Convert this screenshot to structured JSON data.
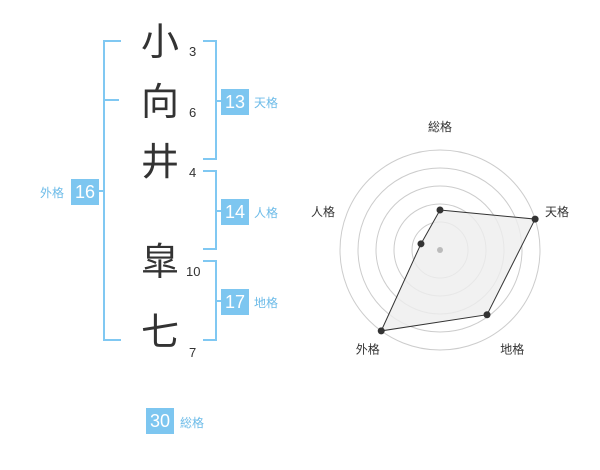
{
  "name_chars": [
    {
      "char": "小",
      "strokes": "3"
    },
    {
      "char": "向",
      "strokes": "6"
    },
    {
      "char": "井",
      "strokes": "4"
    },
    {
      "char": "皐",
      "strokes": "10"
    },
    {
      "char": "七",
      "strokes": "7"
    }
  ],
  "fortune": {
    "tenkaku": {
      "value": "13",
      "label": "天格"
    },
    "jinkaku": {
      "value": "14",
      "label": "人格"
    },
    "chikaku": {
      "value": "17",
      "label": "地格"
    },
    "gaikaku": {
      "value": "16",
      "label": "外格"
    },
    "soukaku": {
      "value": "30",
      "label": "総格"
    }
  },
  "colors": {
    "accent": "#7dc6f0",
    "bracket": "#80c8f2",
    "radar_fill": "#eeeeee",
    "text": "#333333"
  },
  "chart_data": {
    "type": "radar",
    "axes": [
      "総格",
      "天格",
      "地格",
      "外格",
      "人格"
    ],
    "levels": 5,
    "range": [
      0,
      5
    ],
    "values": [
      2,
      5,
      4,
      5,
      1
    ]
  }
}
